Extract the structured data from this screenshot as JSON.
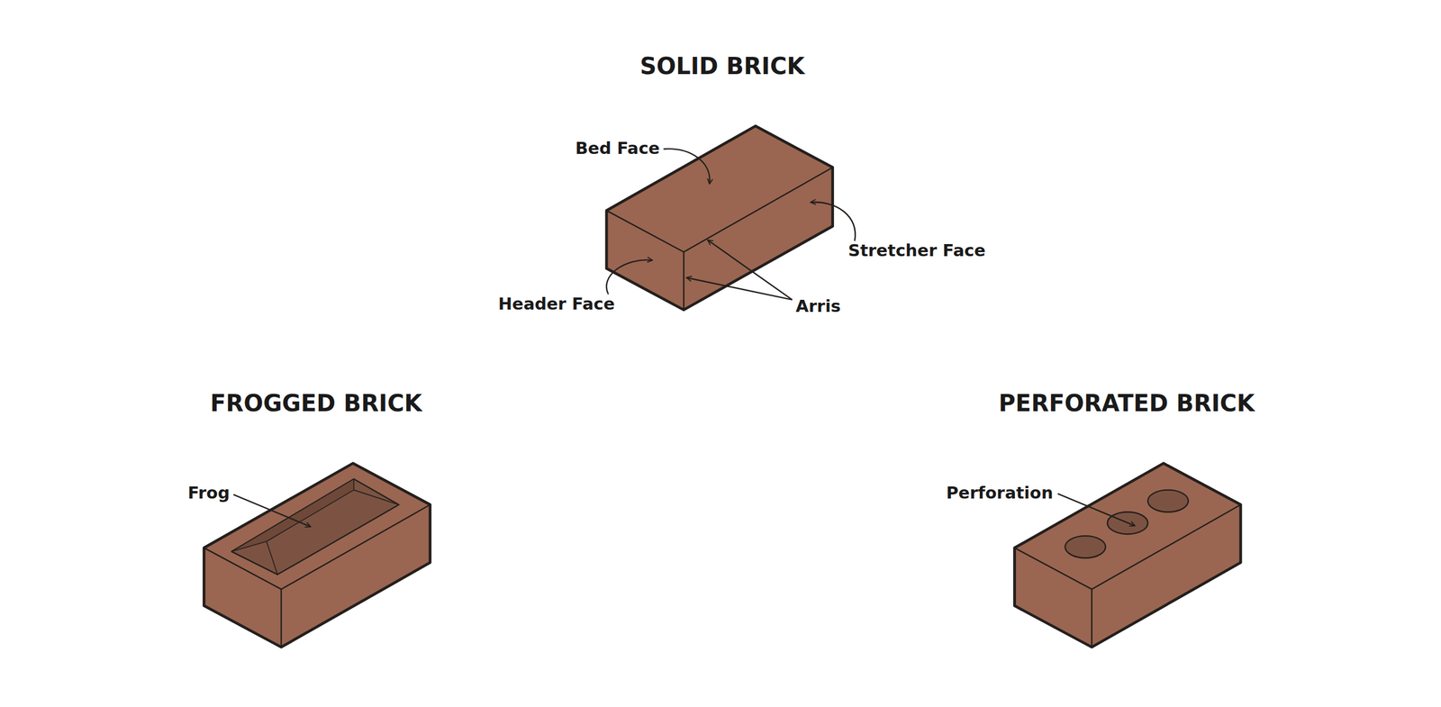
{
  "diagram": {
    "labels": [
      "SOLID BRICK",
      "Bed Face",
      "Stretcher Face",
      "Header Face",
      "Arris",
      "FROGGED BRICK",
      "Frog",
      "PERFORATED BRICK",
      "Perforation"
    ]
  }
}
